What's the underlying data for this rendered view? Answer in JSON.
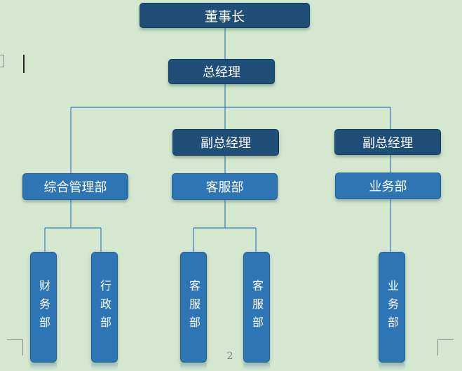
{
  "diagram": {
    "nodes": {
      "chairman": "董事长",
      "general_manager": "总经理",
      "vice_manager_1": "副总经理",
      "vice_manager_2": "副总经理",
      "admin_general": "综合管理部",
      "customer_service": "客服部",
      "business": "业务部",
      "finance": "财务部",
      "administration": "行政部",
      "customer_service_1": "客服部",
      "customer_service_2": "客服部",
      "business_sub": "业务部"
    },
    "edges": [
      [
        "chairman",
        "general_manager"
      ],
      [
        "general_manager",
        "admin_general"
      ],
      [
        "general_manager",
        "vice_manager_1"
      ],
      [
        "general_manager",
        "vice_manager_2"
      ],
      [
        "vice_manager_1",
        "customer_service"
      ],
      [
        "vice_manager_2",
        "business"
      ],
      [
        "admin_general",
        "finance"
      ],
      [
        "admin_general",
        "administration"
      ],
      [
        "customer_service",
        "customer_service_1"
      ],
      [
        "customer_service",
        "customer_service_2"
      ],
      [
        "business",
        "business_sub"
      ]
    ],
    "colors": {
      "top_box": "#1f4e79",
      "dept_box": "#2e75b6",
      "line": "#2e75b6",
      "background": "#d3e8cf"
    }
  },
  "page": {
    "page_number": "2"
  }
}
